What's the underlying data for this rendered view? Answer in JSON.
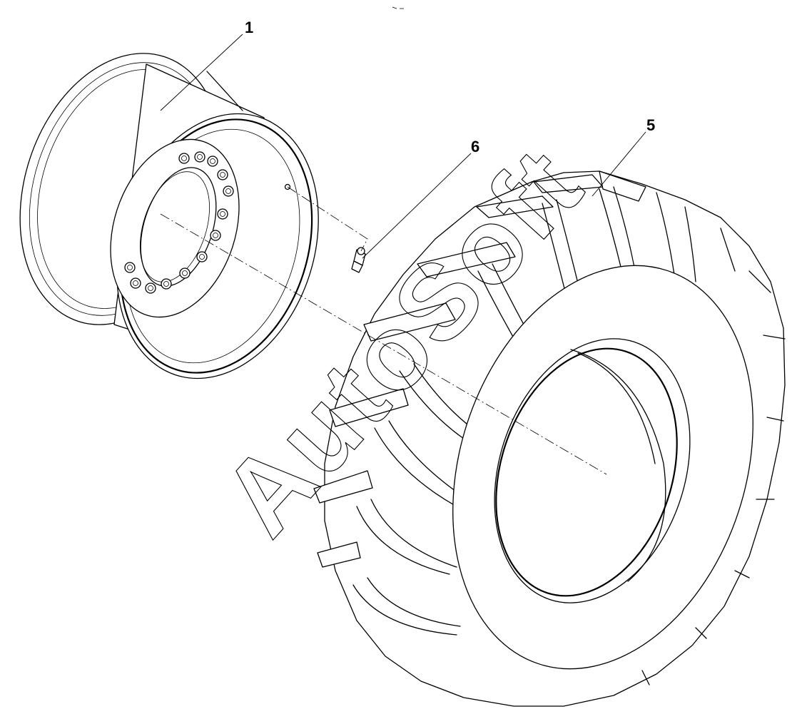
{
  "diagram": {
    "callouts": [
      {
        "id": "rim",
        "label": "1"
      },
      {
        "id": "tyre",
        "label": "5"
      },
      {
        "id": "valve",
        "label": "6"
      }
    ],
    "watermark": "AutoSoft",
    "colors": {
      "line": "#000000",
      "background": "#ffffff"
    }
  }
}
